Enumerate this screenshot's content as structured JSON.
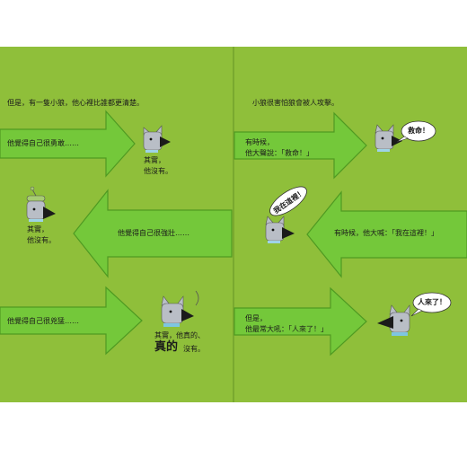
{
  "left_page": {
    "intro": "但是，有一隻小狼，他心裡比誰都更清楚。",
    "row1": {
      "arrow_text": "他覺得自己很勇敢……",
      "caption_line1": "其實，",
      "caption_line2": "他沒有。"
    },
    "row2": {
      "arrow_text": "他覺得自己很強壯……",
      "caption_line1": "其實，",
      "caption_line2": "他沒有。"
    },
    "row3": {
      "arrow_text": "他覺得自己很兇猛……",
      "caption_line1": "其實，他真的、",
      "caption_emph": "真的",
      "caption_end": "沒有。"
    }
  },
  "right_page": {
    "intro": "小狼很害怕狼會被人攻擊。",
    "row1": {
      "line1": "有時候，",
      "line2": "他大聲說：「救命！」",
      "bubble": "救命！"
    },
    "row2": {
      "arrow_text": "有時候，他大喊：「我在這裡！」",
      "bubble": "我在這裡！"
    },
    "row3": {
      "line1": "但是，",
      "line2": "他最常大吼：「人來了！」",
      "bubble": "人來了！"
    }
  },
  "colors": {
    "page": "#8fbf3a",
    "arrow": "#74c83a",
    "arrow_edge": "#4f9a22",
    "wolf": "#b9bec6"
  }
}
